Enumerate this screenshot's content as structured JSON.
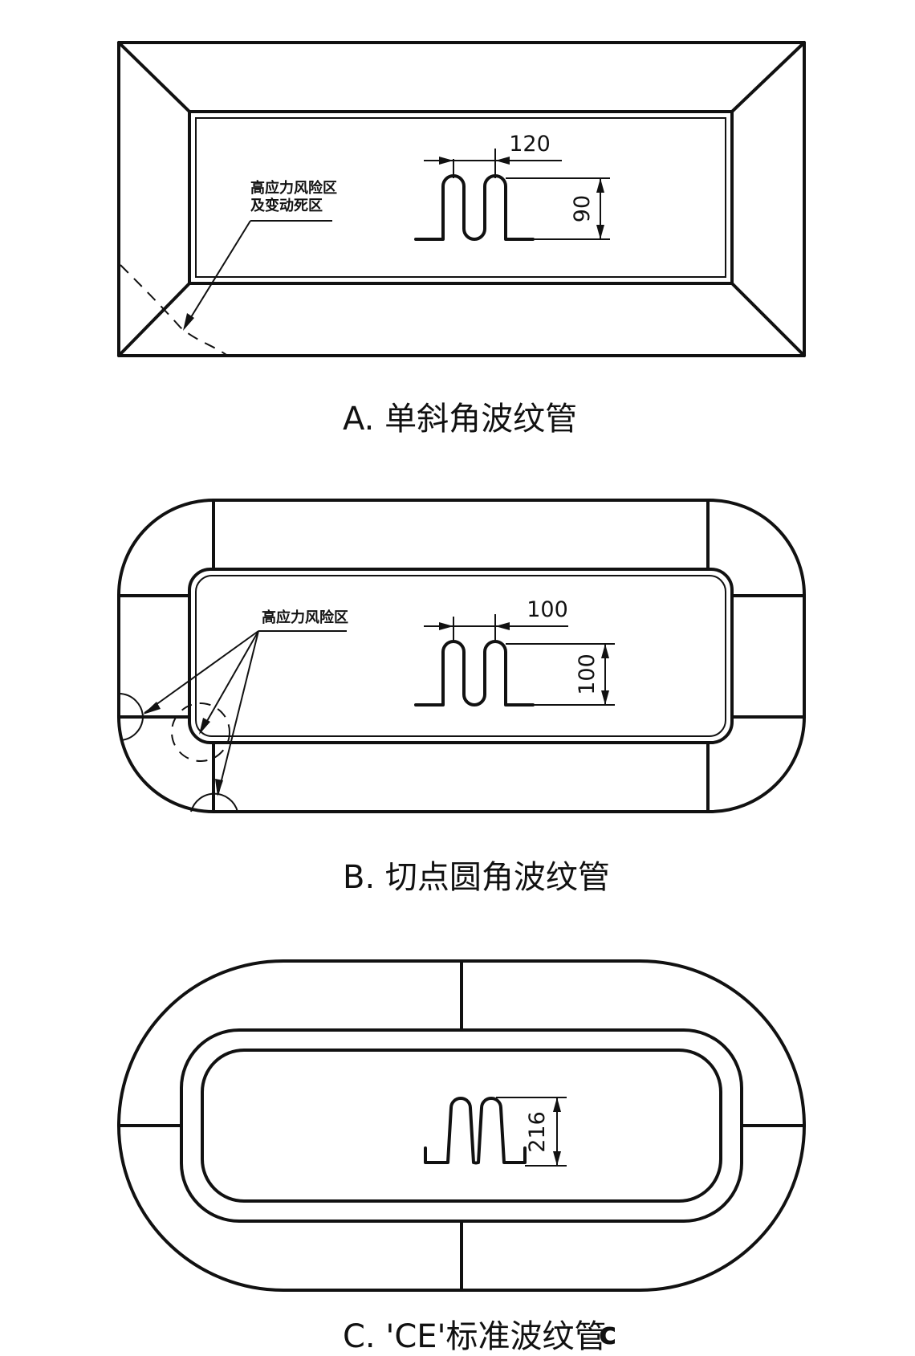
{
  "figures": [
    {
      "id": "A",
      "caption": "A. 单斜角波纹管",
      "dimensions": {
        "pitch": "120",
        "height": "90"
      },
      "annotation": [
        "高应力风险区",
        "及变动死区"
      ]
    },
    {
      "id": "B",
      "caption": "B. 切点圆角波纹管",
      "dimensions": {
        "pitch": "100",
        "height": "100"
      },
      "annotation": [
        "高应力风险区"
      ]
    },
    {
      "id": "C",
      "caption": "C. 'CE'标准波纹管",
      "caption_suffix": "c",
      "dimensions": {
        "height": "216"
      }
    }
  ]
}
